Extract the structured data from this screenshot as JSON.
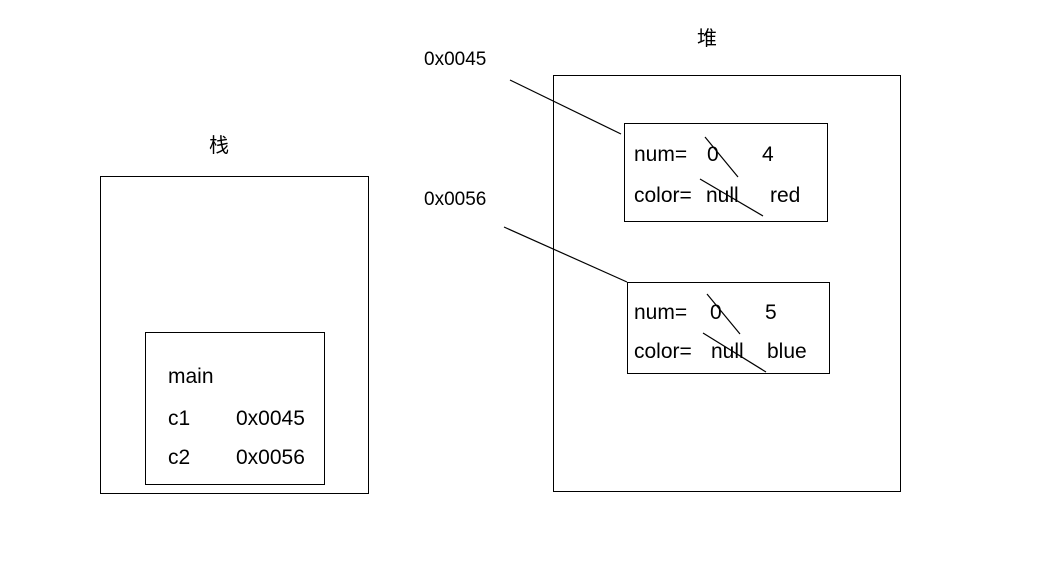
{
  "diagram": {
    "title_stack": "栈",
    "title_heap": "堆",
    "stack": {
      "label": "栈",
      "frame": {
        "name": "main",
        "variables": [
          {
            "name": "c1",
            "value": "0x0045"
          },
          {
            "name": "c2",
            "value": "0x0056"
          }
        ]
      }
    },
    "heap": {
      "label": "堆",
      "objects": [
        {
          "address": "0x0045",
          "fields": [
            {
              "key": "num=",
              "old_value": "0",
              "new_value": "4"
            },
            {
              "key": "color=",
              "old_value": "null",
              "new_value": "red"
            }
          ]
        },
        {
          "address": "0x0056",
          "fields": [
            {
              "key": "num=",
              "old_value": "0",
              "new_value": "5"
            },
            {
              "key": "color=",
              "old_value": "null",
              "new_value": "blue"
            }
          ]
        }
      ]
    },
    "callouts": [
      {
        "text": "0x0045"
      },
      {
        "text": "0x0056"
      }
    ],
    "colors": {
      "stroke": "#000000",
      "background": "#ffffff",
      "text": "#000000"
    }
  }
}
